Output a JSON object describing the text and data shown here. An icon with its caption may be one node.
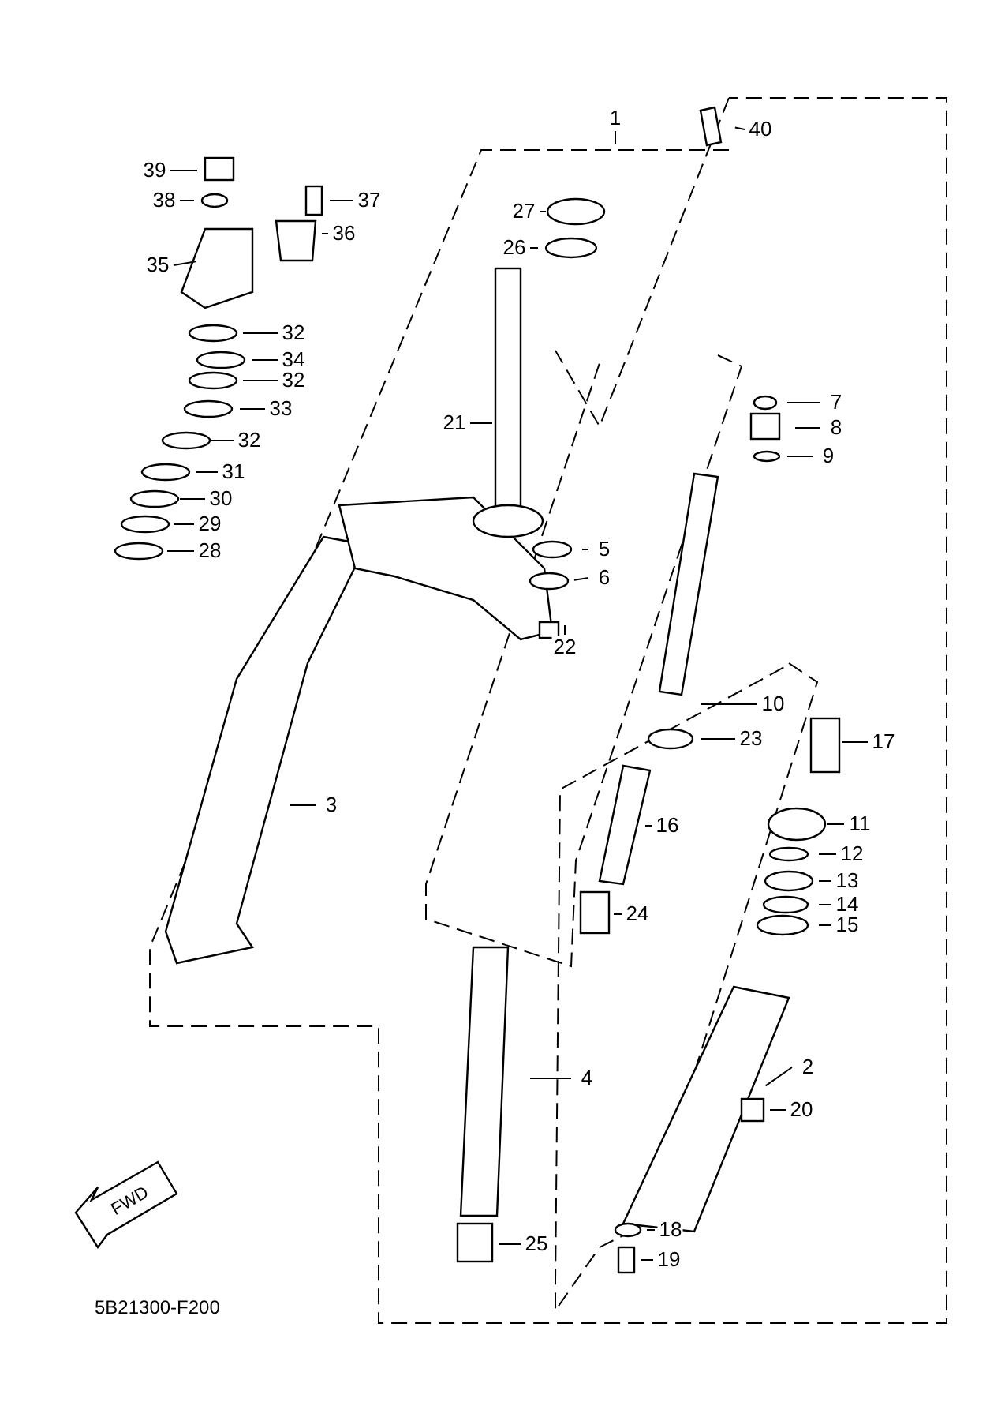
{
  "diagram": {
    "nodes": [
      {
        "text": [
          "1"
        ]
      },
      {
        "text": [
          "40"
        ]
      },
      {
        "text": [
          "39"
        ]
      },
      {
        "text": [
          "38"
        ]
      },
      {
        "text": [
          "37"
        ]
      },
      {
        "text": [
          "36"
        ]
      },
      {
        "text": [
          "35"
        ]
      },
      {
        "text": [
          "27"
        ]
      },
      {
        "text": [
          "26"
        ]
      },
      {
        "text": [
          "32"
        ]
      },
      {
        "text": [
          "34"
        ]
      },
      {
        "text": [
          "32"
        ]
      },
      {
        "text": [
          "33"
        ]
      },
      {
        "text": [
          "32"
        ]
      },
      {
        "text": [
          "31"
        ]
      },
      {
        "text": [
          "30"
        ]
      },
      {
        "text": [
          "29"
        ]
      },
      {
        "text": [
          "28"
        ]
      },
      {
        "text": [
          "21"
        ]
      },
      {
        "text": [
          "7"
        ]
      },
      {
        "text": [
          "8"
        ]
      },
      {
        "text": [
          "9"
        ]
      },
      {
        "text": [
          "5"
        ]
      },
      {
        "text": [
          "6"
        ]
      },
      {
        "text": [
          "22"
        ]
      },
      {
        "text": [
          "10"
        ]
      },
      {
        "text": [
          "23"
        ]
      },
      {
        "text": [
          "17"
        ]
      },
      {
        "text": [
          "3"
        ]
      },
      {
        "text": [
          "11"
        ]
      },
      {
        "text": [
          "16"
        ]
      },
      {
        "text": [
          "12"
        ]
      },
      {
        "text": [
          "13"
        ]
      },
      {
        "text": [
          "14"
        ]
      },
      {
        "text": [
          "15"
        ]
      },
      {
        "text": [
          "24"
        ]
      },
      {
        "text": [
          "2"
        ]
      },
      {
        "text": [
          "4"
        ]
      },
      {
        "text": [
          "20"
        ]
      },
      {
        "text": [
          "25"
        ]
      },
      {
        "text": [
          "18"
        ]
      },
      {
        "text": [
          "19"
        ]
      }
    ],
    "edges": [
      {
        "from": 0,
        "to": null,
        "arrow": "none"
      },
      {
        "from": 1,
        "to": null,
        "arrow": "none"
      },
      {
        "from": 2,
        "to": null,
        "arrow": "none"
      },
      {
        "from": 3,
        "to": null,
        "arrow": "none"
      },
      {
        "from": 4,
        "to": null,
        "arrow": "none"
      },
      {
        "from": 5,
        "to": null,
        "arrow": "none"
      },
      {
        "from": 6,
        "to": null,
        "arrow": "none"
      },
      {
        "from": 7,
        "to": null,
        "arrow": "none"
      },
      {
        "from": 8,
        "to": null,
        "arrow": "none"
      },
      {
        "from": 9,
        "to": null,
        "arrow": "none"
      },
      {
        "from": 10,
        "to": null,
        "arrow": "none"
      },
      {
        "from": 11,
        "to": null,
        "arrow": "none"
      },
      {
        "from": 12,
        "to": null,
        "arrow": "none"
      },
      {
        "from": 13,
        "to": null,
        "arrow": "none"
      },
      {
        "from": 14,
        "to": null,
        "arrow": "none"
      },
      {
        "from": 15,
        "to": null,
        "arrow": "none"
      },
      {
        "from": 16,
        "to": null,
        "arrow": "none"
      },
      {
        "from": 17,
        "to": null,
        "arrow": "none"
      },
      {
        "from": 18,
        "to": null,
        "arrow": "none"
      },
      {
        "from": 19,
        "to": null,
        "arrow": "none"
      },
      {
        "from": 20,
        "to": null,
        "arrow": "none"
      },
      {
        "from": 21,
        "to": null,
        "arrow": "none"
      },
      {
        "from": 22,
        "to": null,
        "arrow": "none"
      },
      {
        "from": 23,
        "to": null,
        "arrow": "none"
      },
      {
        "from": 24,
        "to": null,
        "arrow": "none"
      },
      {
        "from": 25,
        "to": null,
        "arrow": "none"
      },
      {
        "from": 26,
        "to": null,
        "arrow": "none"
      },
      {
        "from": 27,
        "to": null,
        "arrow": "none"
      },
      {
        "from": 28,
        "to": null,
        "arrow": "none"
      },
      {
        "from": 29,
        "to": null,
        "arrow": "none"
      },
      {
        "from": 30,
        "to": null,
        "arrow": "none"
      },
      {
        "from": 31,
        "to": null,
        "arrow": "none"
      },
      {
        "from": 32,
        "to": null,
        "arrow": "none"
      },
      {
        "from": 33,
        "to": null,
        "arrow": "none"
      },
      {
        "from": 34,
        "to": null,
        "arrow": "none"
      },
      {
        "from": 35,
        "to": null,
        "arrow": "none"
      },
      {
        "from": 36,
        "to": null,
        "arrow": "none"
      },
      {
        "from": 37,
        "to": null,
        "arrow": "none"
      },
      {
        "from": 38,
        "to": null,
        "arrow": "none"
      },
      {
        "from": 39,
        "to": null,
        "arrow": "none"
      },
      {
        "from": 40,
        "to": null,
        "arrow": "none"
      },
      {
        "from": 41,
        "to": null,
        "arrow": "none"
      }
    ],
    "labels": [
      "FWD",
      "5B21300-F200"
    ]
  }
}
